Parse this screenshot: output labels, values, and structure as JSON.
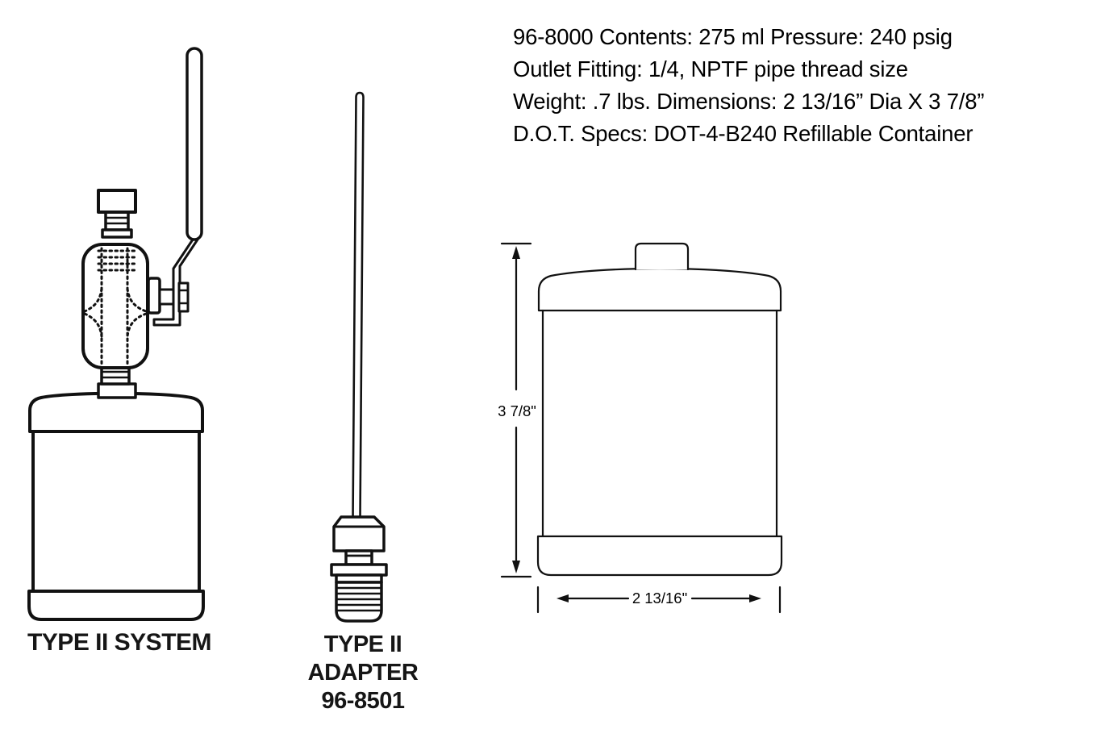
{
  "spec_block": {
    "lines": [
      "96-8000 Contents: 275 ml Pressure: 240 psig",
      "Outlet Fitting: 1/4, NPTF pipe thread size",
      "Weight: .7 lbs. Dimensions: 2 13/16” Dia X 3 7/8”",
      "D.O.T. Specs: DOT-4-B240 Refillable Container"
    ]
  },
  "figures": {
    "system": {
      "caption": "TYPE II SYSTEM"
    },
    "adapter": {
      "caption_lines": [
        "TYPE II",
        "ADAPTER",
        "96-8501"
      ]
    },
    "container_dimensions": {
      "height_label": "3 7/8\"",
      "diameter_label": "2 13/16\""
    }
  },
  "colors": {
    "line": "#111111",
    "background": "#ffffff",
    "text": "#000000"
  }
}
